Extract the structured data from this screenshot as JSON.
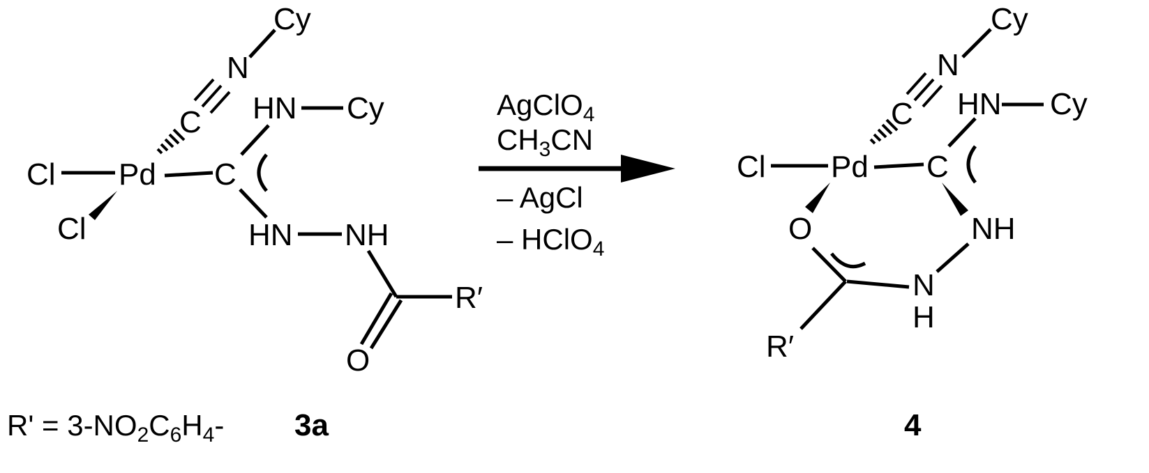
{
  "left": {
    "cy_top": "Cy",
    "n_iso": "N",
    "c_iso": "C",
    "hn_top": "HN",
    "cy_mid": "Cy",
    "cl_1": "Cl",
    "pd": "Pd",
    "c_carbene": "C",
    "cl_2": "Cl",
    "hn_low": "HN",
    "nh": "NH",
    "r_prime": "R′",
    "o": "O",
    "label": "3a"
  },
  "arrow": {
    "line1": "AgClO",
    "line1_sub": "4",
    "line2_a": "CH",
    "line2_sub": "3",
    "line2_b": "CN",
    "line3": "– AgCl",
    "line4_a": "– HClO",
    "line4_sub": "4"
  },
  "right": {
    "cy_top": "Cy",
    "n_iso": "N",
    "c_iso": "C",
    "hn_top": "HN",
    "cy_mid": "Cy",
    "cl": "Cl",
    "pd": "Pd",
    "c_carbene": "C",
    "o": "O",
    "nh": "NH",
    "n_low": "N",
    "h_low": "H",
    "r_prime": "R′",
    "label": "4"
  },
  "footnote": {
    "a": "R' = 3-NO",
    "s1": "2",
    "b": "C",
    "s2": "6",
    "c": "H",
    "s3": "4",
    "d": "-"
  }
}
